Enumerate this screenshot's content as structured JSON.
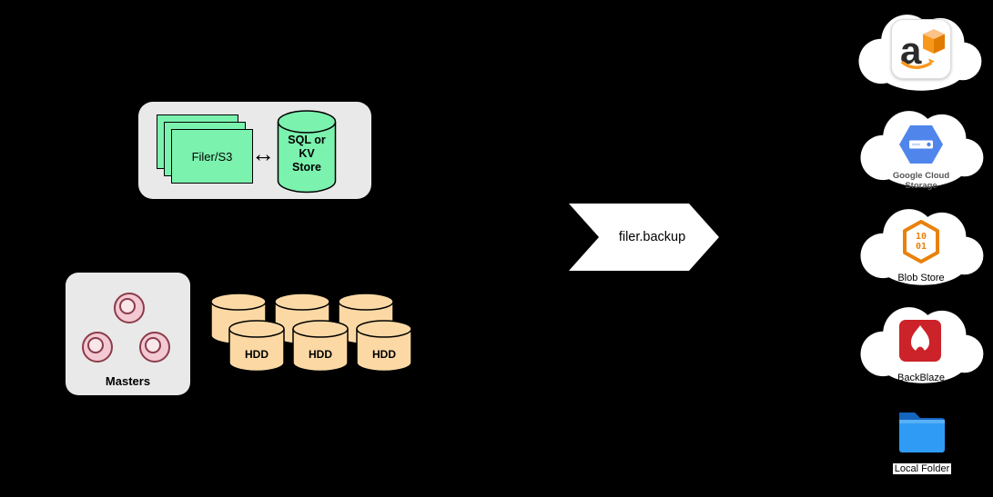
{
  "diagram": {
    "background": "#000000",
    "filer_group": {
      "filer_stack_label": "Filer/S3",
      "link_arrow_glyph": "↔",
      "metadata_store_label": [
        "SQL or",
        "KV",
        "Store"
      ]
    },
    "masters_group": {
      "label": "Masters"
    },
    "volume_group": {
      "hdd_labels": [
        "HDD",
        "HDD",
        "HDD"
      ]
    },
    "flow": {
      "label": "filer.backup"
    },
    "destinations": {
      "amazon_s3": {
        "letter": "a"
      },
      "google_cloud_storage": {
        "label_line1": "Google Cloud",
        "label_line2": "Storage"
      },
      "blob_store": {
        "label": "Blob Store",
        "digits_row1": "10",
        "digits_row2": "01"
      },
      "backblaze": {
        "label": "BackBlaze"
      },
      "local_folder": {
        "label": "Local Folder"
      }
    },
    "colors": {
      "panel_gray": "#e9e9e9",
      "filer_green": "#7bf2ae",
      "hdd_tan": "#fcd9a4",
      "master_pink": "#f3c9d3",
      "gcs_blue": "#5086ec",
      "blob_orange": "#e8820c",
      "backblaze_red": "#cc2229",
      "folder_blue": "#2f9bf4",
      "cloud_white": "#ffffff"
    }
  }
}
